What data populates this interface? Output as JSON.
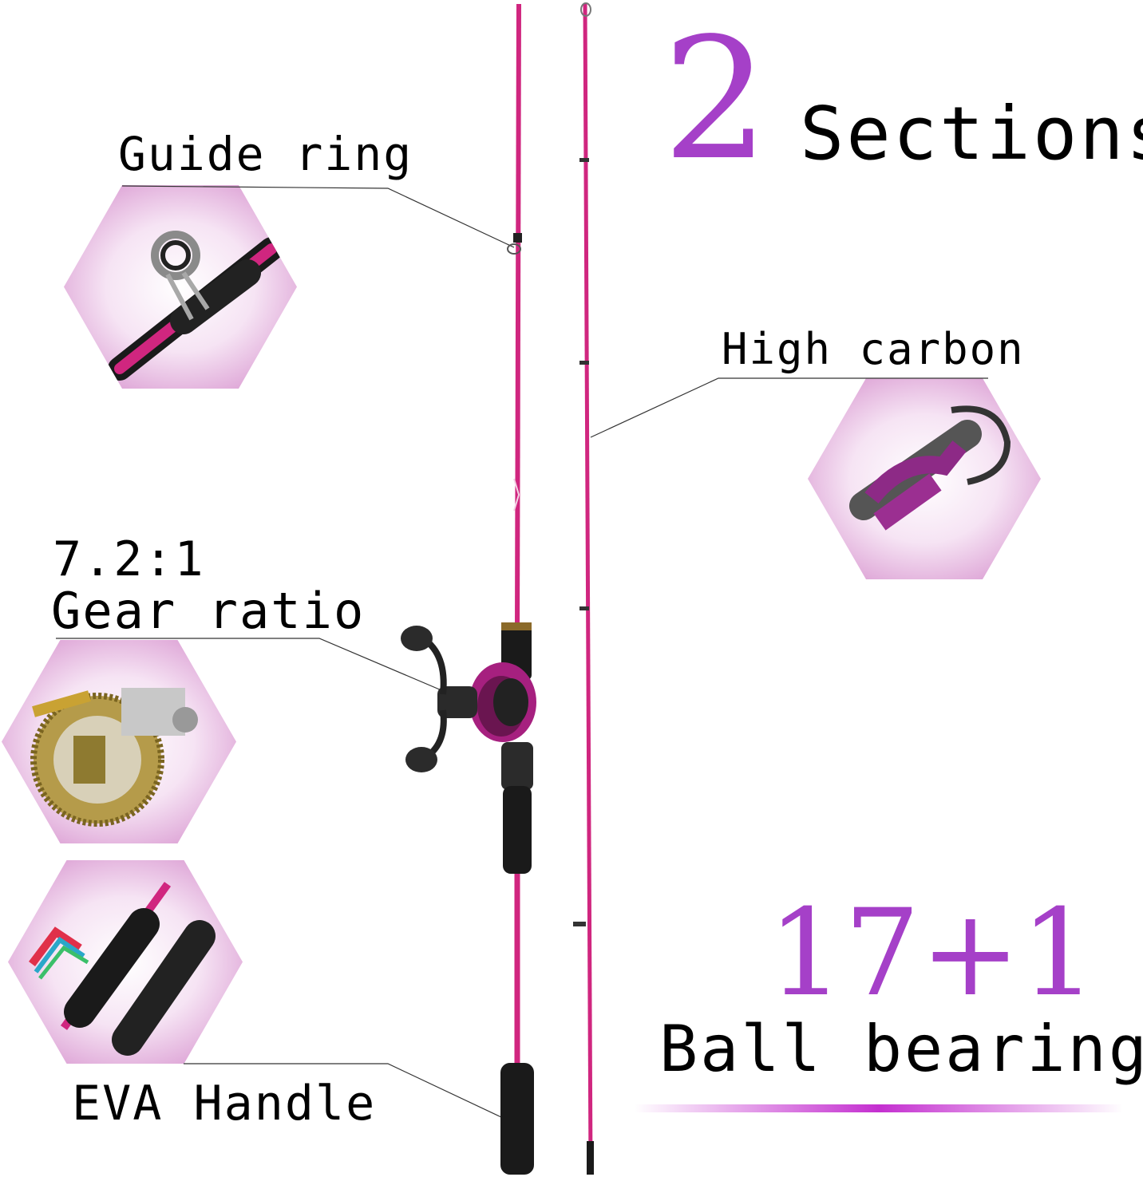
{
  "headline": {
    "sections_number": "2",
    "sections_label": "Sections"
  },
  "features": {
    "guide_ring": "Guide ring",
    "high_carbon": "High carbon",
    "gear_ratio_value": "7.2:1",
    "gear_ratio_label": "Gear ratio",
    "eva_handle": "EVA Handle"
  },
  "bearings": {
    "count": "17+1",
    "label": "Ball bearings"
  },
  "colors": {
    "accent_purple": "#a540c8",
    "rod_pink": "#d0267f",
    "hex_bg": "#e8b9e3",
    "grip_black": "#1a1a1a"
  }
}
